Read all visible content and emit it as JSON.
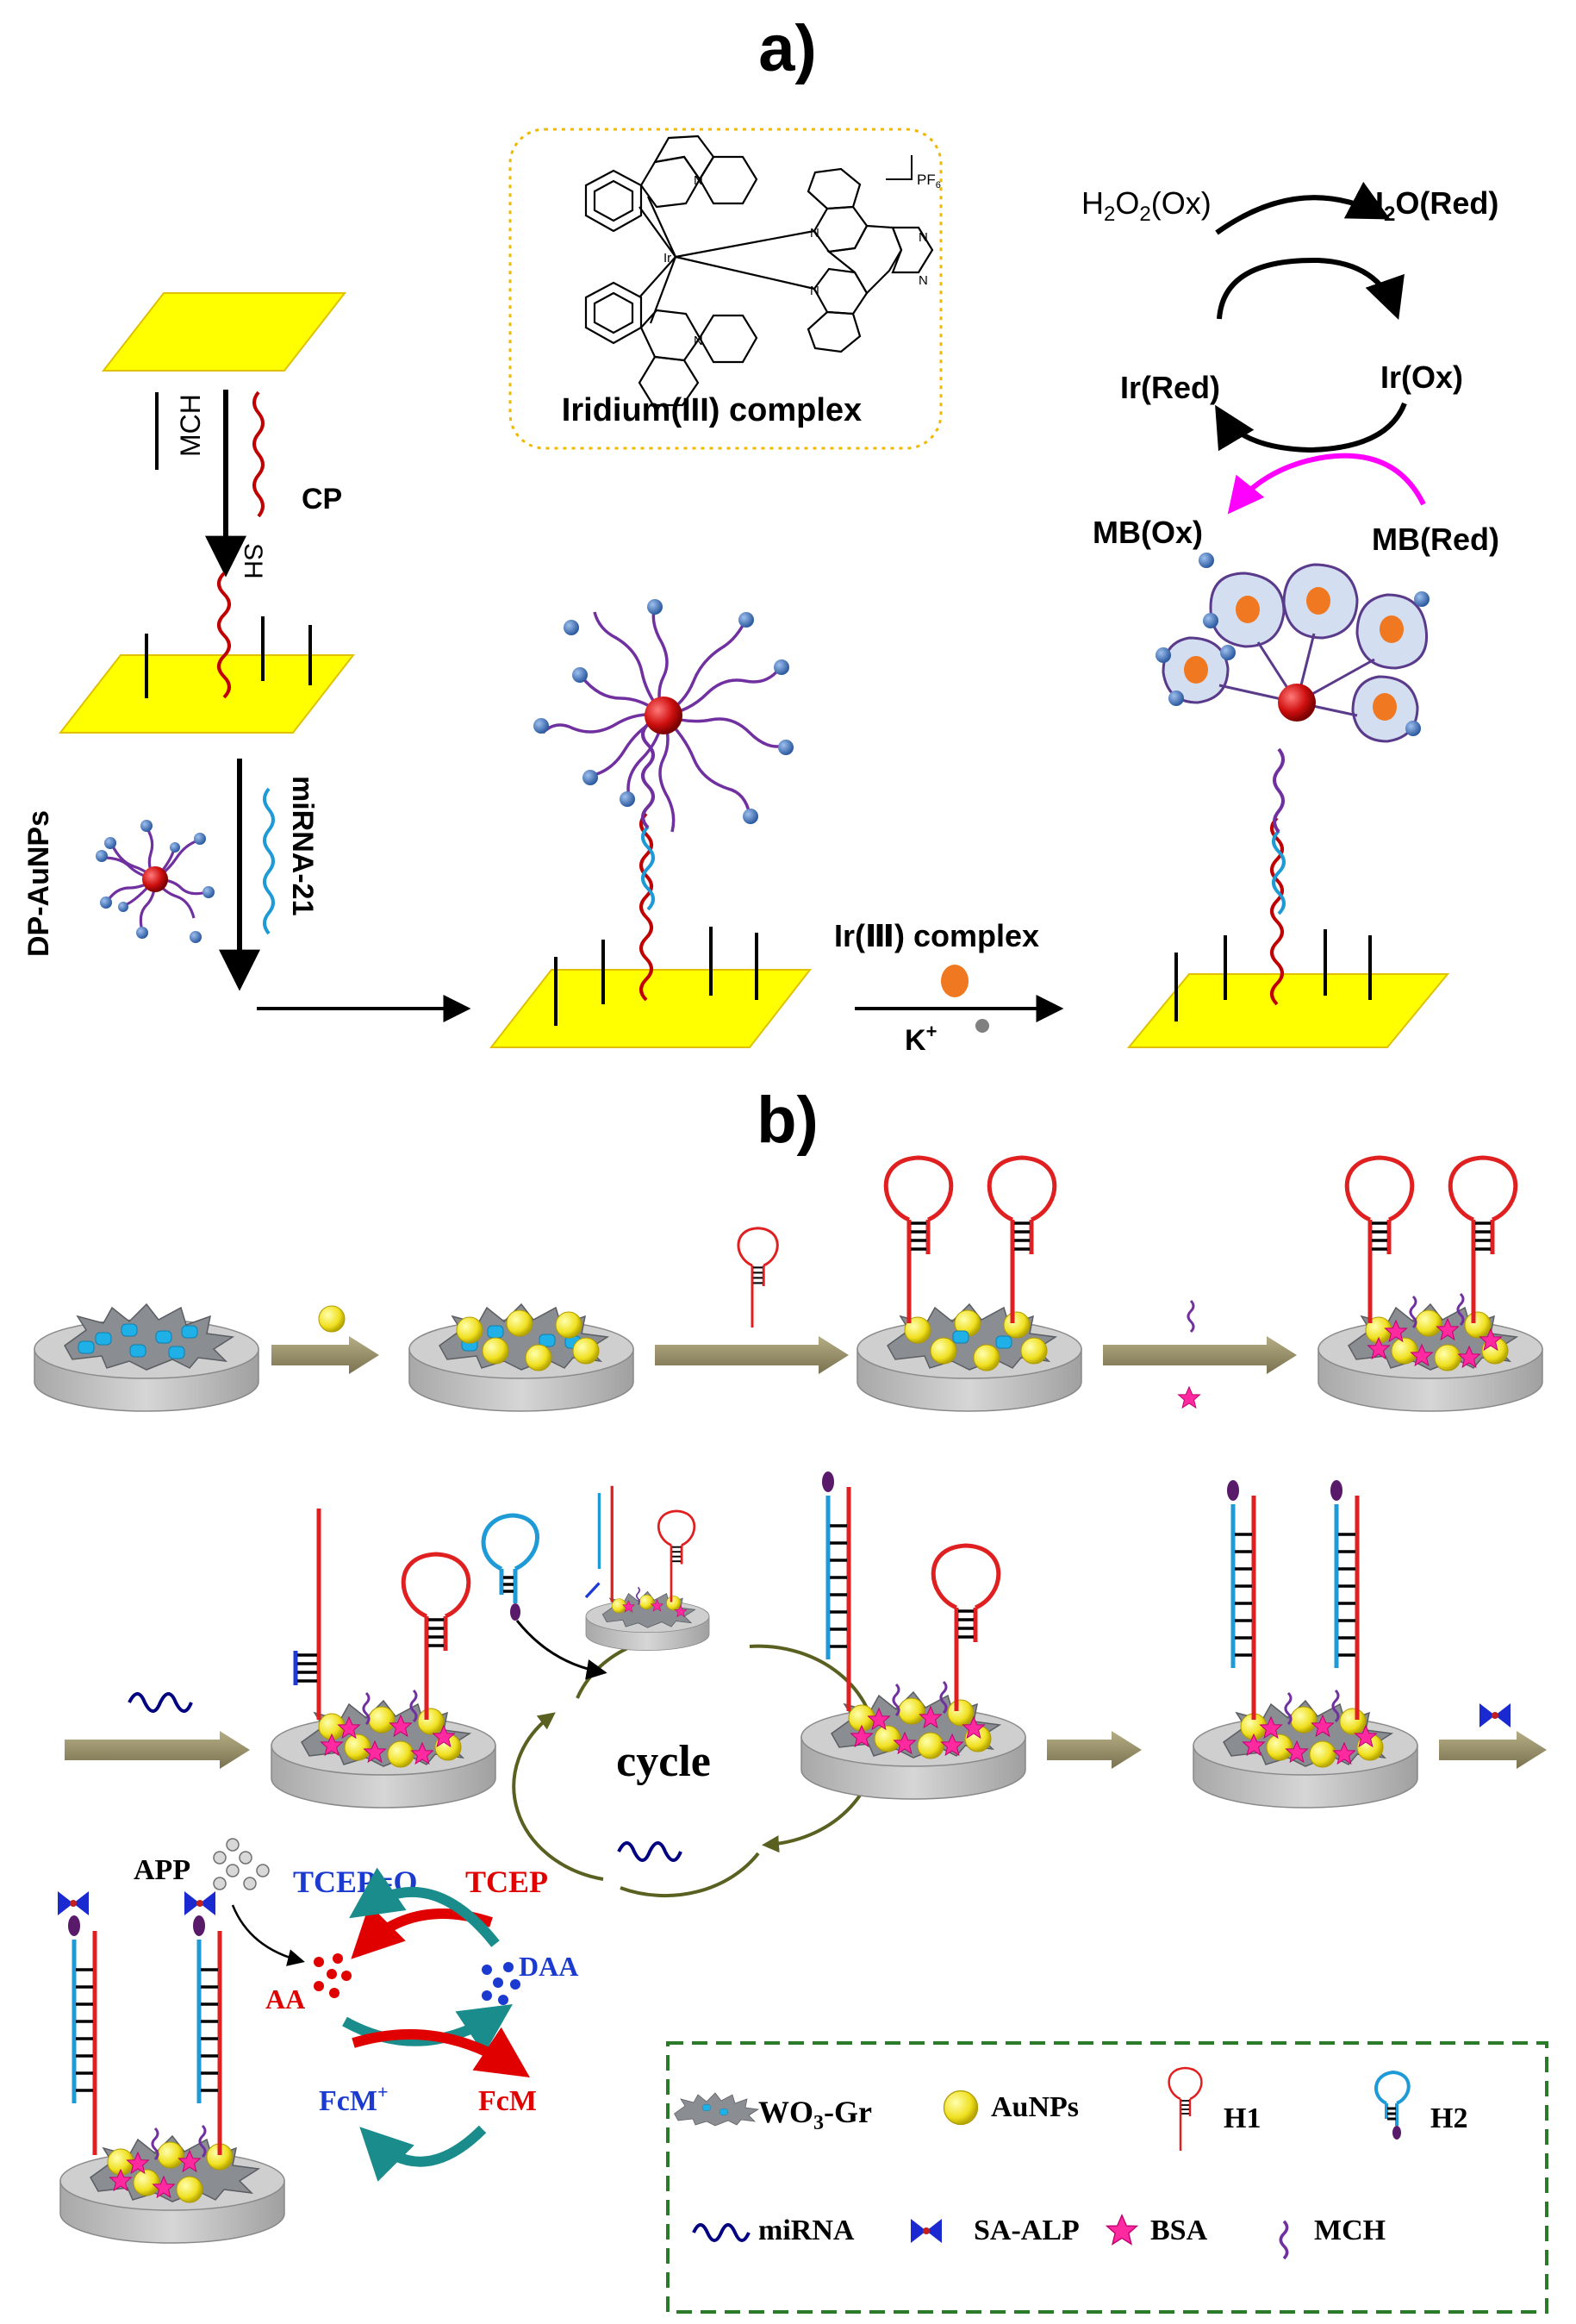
{
  "panel_a": {
    "label": "a)",
    "complex_box": {
      "pf6": "PF",
      "pf6_sub": "6",
      "title": "Iridium(III)  complex",
      "atom_n": "N",
      "atom_ir": "Ir"
    },
    "labels": {
      "mch": "MCH",
      "cp": "CP",
      "sh": "SH",
      "dp_aunps": "DP-AuNPs",
      "mirna21": "miRNA-21",
      "ir_complex": "Ir(Ⅲ) complex",
      "k_plus": "K",
      "k_sup": "+"
    },
    "cycle": {
      "h2o2_a": "H",
      "h2o2_s1": "2",
      "h2o2_b": "O",
      "h2o2_s2": "2",
      "h2o2_c": "(Ox)",
      "h2o_a": "H",
      "h2o_s": "2",
      "h2o_b": "O(Red)",
      "ir_red": "Ir(Red)",
      "ir_ox": "Ir(Ox)",
      "mb_ox": "MB(Ox)",
      "mb_red": "MB(Red)"
    }
  },
  "panel_b": {
    "label": "b)",
    "cycle_label": "cycle",
    "redox": {
      "app": "APP",
      "tcep_o": "TCEP=O",
      "tcep": "TCEP",
      "aa": "AA",
      "daa": "DAA",
      "fcm_plus": "FcM",
      "fcm_sup": "+",
      "fcm": "FcM"
    },
    "legend": {
      "wo3gr_a": "WO",
      "wo3gr_s": "3",
      "wo3gr_b": "-Gr",
      "aunps": "AuNPs",
      "h1": "H1",
      "h2": "H2",
      "mirna": "miRNA",
      "sa_alp": "SA-ALP",
      "bsa": "BSA",
      "mch": "MCH"
    }
  },
  "colors": {
    "gold_plate": "#ffff00",
    "dna_red": "#c00000",
    "dna_blue": "#1e9ad6",
    "dna_purple": "#7030a0",
    "sphere_red": "#d01010",
    "bead_blue": "#3c6fb5",
    "electrode_gray": "#c8c8c8",
    "wo3_blue": "#1fb0e8",
    "aunp_yellow": "#f0e020",
    "arrow_olive": "#8c8460",
    "magenta": "#ff00ff",
    "teal": "#1a8c8c",
    "legend_green": "#2a7a2a"
  }
}
